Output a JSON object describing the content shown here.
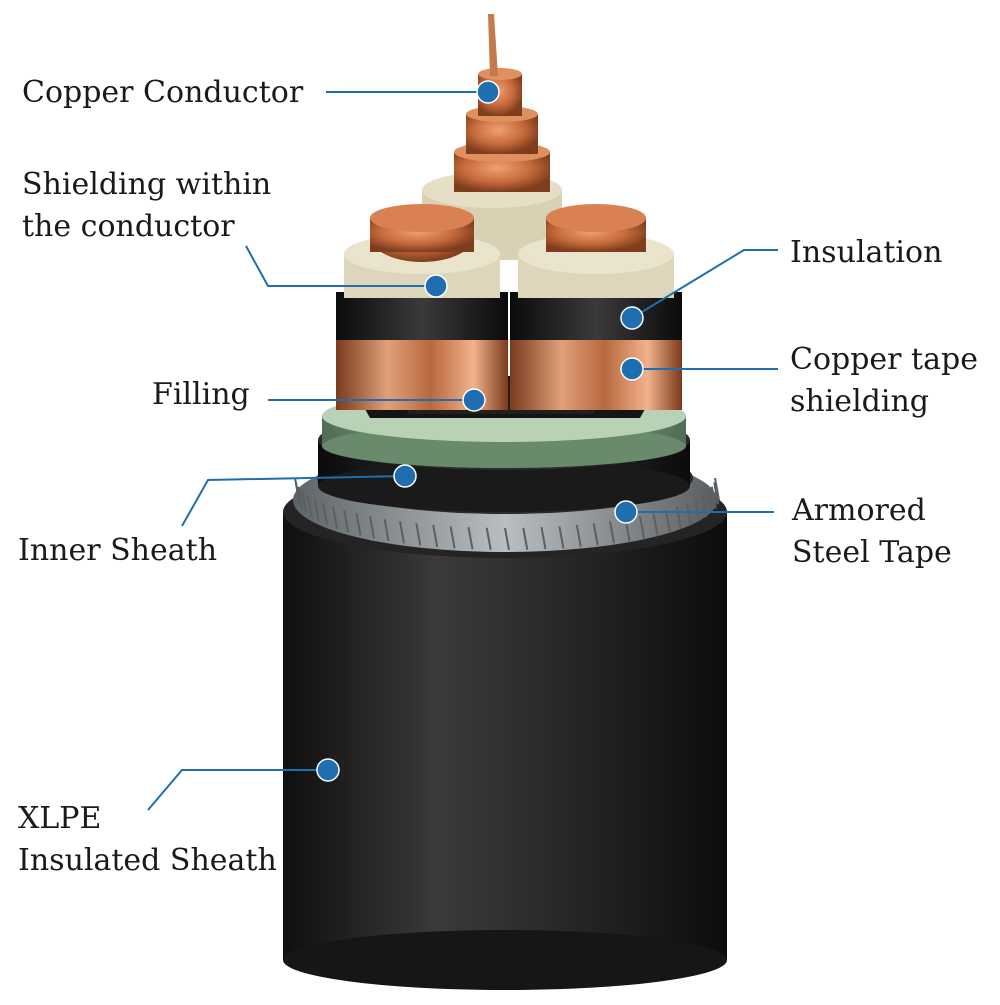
{
  "labels": {
    "copper_conductor": "Copper Conductor",
    "shielding_line1": "Shielding within",
    "shielding_line2": "the conductor",
    "filling": "Filling",
    "inner_sheath": "Inner Sheath",
    "xlpe_line1": "XLPE",
    "xlpe_line2": "Insulated Sheath",
    "insulation": "Insulation",
    "copper_tape_line1": "Copper tape",
    "copper_tape_line2": "shielding",
    "armored_line1": "Armored",
    "armored_line2": "Steel Tape"
  },
  "colors": {
    "leader": "#1f6fb0",
    "marker": "#1f6fb0",
    "copper": "#c06a3a",
    "copper_light": "#e69466",
    "insulation": "#e3dcc2",
    "black_layer": "#1b1b1b",
    "filler_green": "#8fae8e",
    "armor": "#9aa0a4",
    "sheath": "#2b2b2b"
  }
}
